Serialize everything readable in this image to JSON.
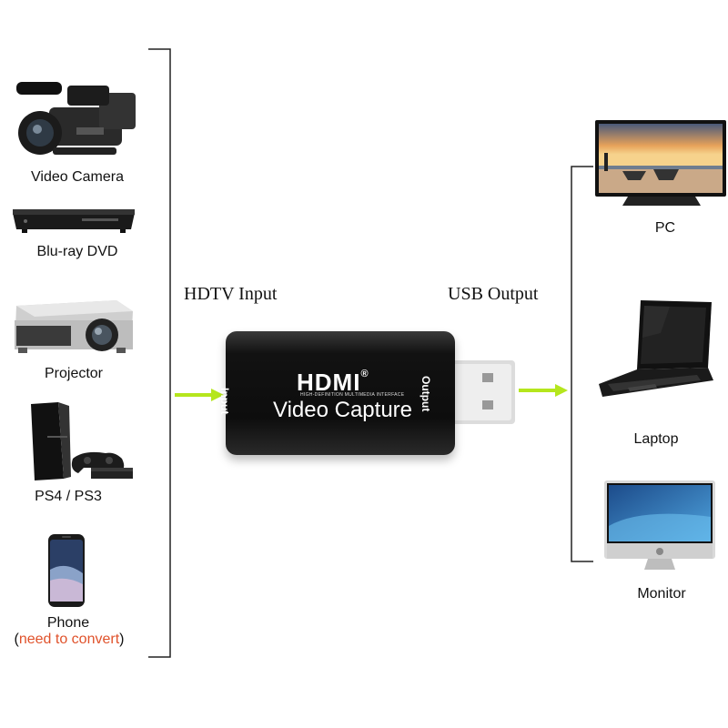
{
  "inputs": [
    {
      "label": "Video Camera",
      "icon": "video-camera-icon"
    },
    {
      "label": "Blu-ray DVD",
      "icon": "bluray-player-icon"
    },
    {
      "label": "Projector",
      "icon": "projector-icon"
    },
    {
      "label": "PS4 / PS3",
      "icon": "game-console-icon"
    },
    {
      "label": "Phone",
      "icon": "smartphone-icon",
      "note_open": "(",
      "note": "need to convert",
      "note_close": ")"
    }
  ],
  "outputs": [
    {
      "label": "PC",
      "icon": "tv-monitor-icon"
    },
    {
      "label": "Laptop",
      "icon": "laptop-icon"
    },
    {
      "label": "Monitor",
      "icon": "imac-monitor-icon"
    }
  ],
  "flow": {
    "input_label": "HDTV Input",
    "output_label": "USB Output"
  },
  "device": {
    "brand": "HDMI",
    "brand_mark": "®",
    "tagline": "HIGH-DEFINITION MULTIMEDIA INTERFACE",
    "title": "Video Capture",
    "port_in": "Input",
    "port_out": "Output"
  },
  "colors": {
    "arrow": "#b5e61d",
    "note": "#e0522b",
    "bracket": "#222222"
  }
}
